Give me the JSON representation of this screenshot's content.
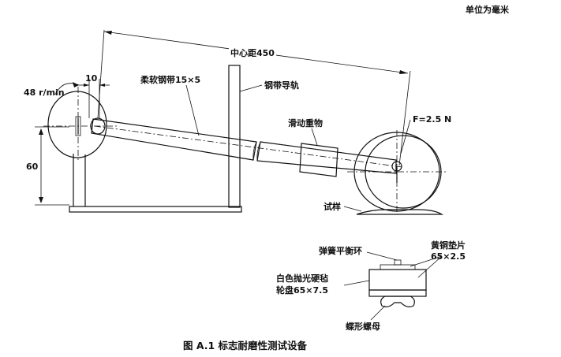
{
  "labels": {
    "units": "单位为毫米",
    "center_distance": "中心距450",
    "speed": "48 r/min",
    "offset": "10",
    "height": "60",
    "flexible_strip": "柔软钢带15×5",
    "strip_guide": "钢带导轨",
    "sliding_weight": "滑动重物",
    "force": "F=2.5 N",
    "specimen": "试样",
    "spring_ring": "弹簧平衡环",
    "brass_pad_line1": "黄铜垫片",
    "brass_pad_line2": "65×2.5",
    "felt_wheel_line1": "白色抛光硬毡",
    "felt_wheel_line2": "轮盘65×7.5",
    "wing_nut": "蝶形螺母"
  },
  "caption": "图 A.1   标志耐磨性测试设备"
}
